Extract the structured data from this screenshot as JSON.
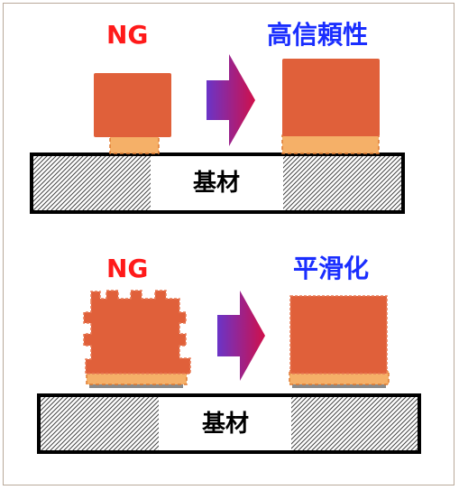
{
  "colors": {
    "ng": "#ff1a1a",
    "good": "#1a2eff",
    "block": "#e0603a",
    "solder": "#f5b068",
    "arrow_start": "#6a34c8",
    "arrow_end": "#d0104a",
    "frame": "#b9a99a"
  },
  "top": {
    "left_label": "NG",
    "right_label": "高信頼性",
    "base_label": "基材"
  },
  "bottom": {
    "left_label": "NG",
    "right_label": "平滑化",
    "base_label": "基材"
  }
}
